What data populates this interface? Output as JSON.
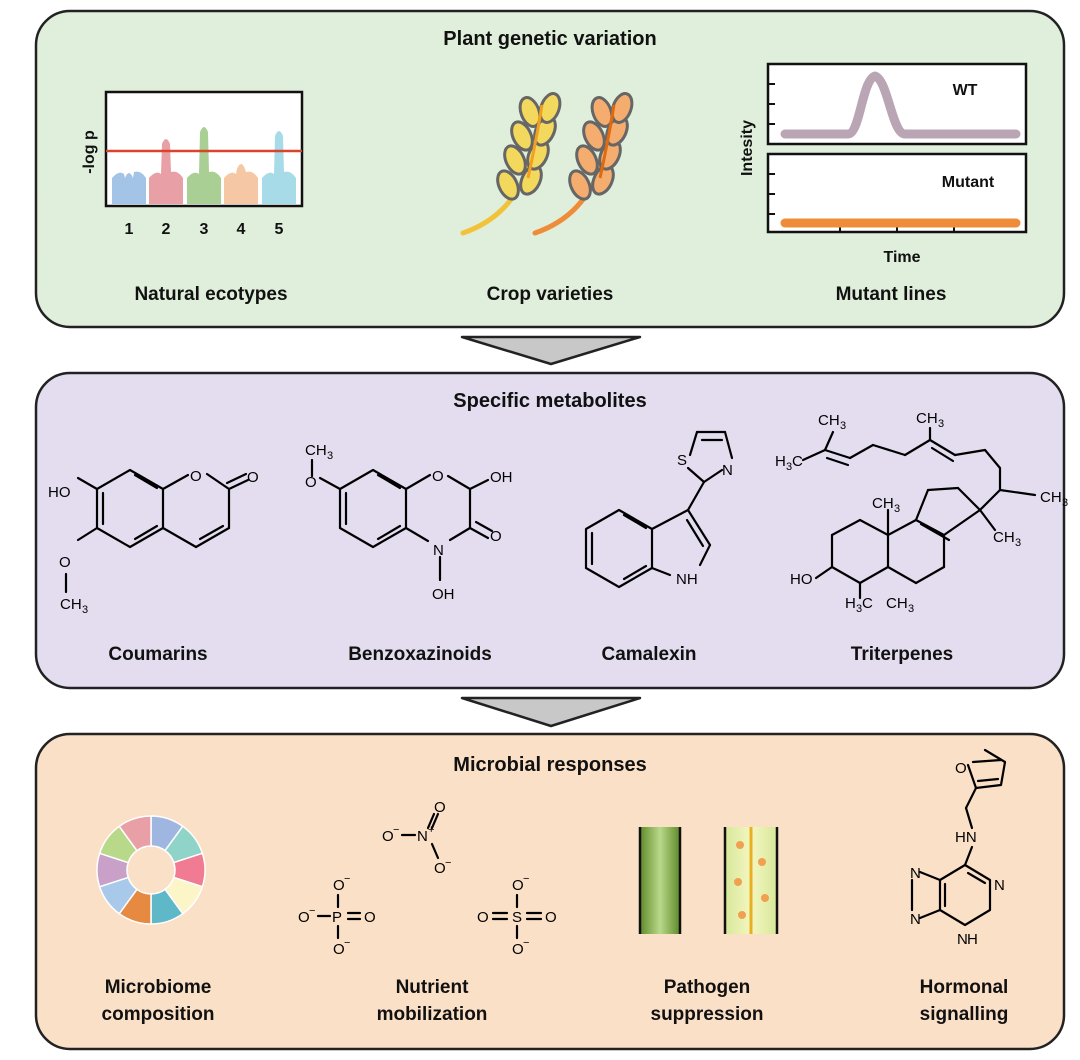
{
  "panels": {
    "genetic": {
      "title": "Plant genetic variation",
      "fill": "#e0efdb",
      "items": [
        {
          "label": "Natural ecotypes"
        },
        {
          "label": "Crop varieties"
        },
        {
          "label": "Mutant lines"
        }
      ],
      "manhattan": {
        "ylabel": "-log p",
        "chromosomes": [
          "1",
          "2",
          "3",
          "4",
          "5"
        ],
        "colors": [
          "#a3c4e6",
          "#e8a0a6",
          "#a9cf94",
          "#f6c7a5",
          "#a8dbe8"
        ],
        "threshold_color": "#d9452b"
      },
      "expression": {
        "ylabel": "Intesity",
        "xlabel": "Time",
        "wt_label": "WT",
        "mutant_label": "Mutant",
        "wt_color": "#b9a5b3",
        "mutant_color": "#ee8c3a"
      }
    },
    "metabolites": {
      "title": "Specific metabolites",
      "fill": "#e3ddef",
      "items": [
        {
          "label": "Coumarins"
        },
        {
          "label": "Benzoxazinoids"
        },
        {
          "label": "Camalexin"
        },
        {
          "label": "Triterpenes"
        }
      ]
    },
    "microbial": {
      "title": "Microbial responses",
      "fill": "#fbe0c8",
      "items": [
        {
          "label_line1": "Microbiome",
          "label_line2": "composition"
        },
        {
          "label_line1": "Nutrient",
          "label_line2": "mobilization"
        },
        {
          "label_line1": "Pathogen",
          "label_line2": "suppression"
        },
        {
          "label_line1": "Hormonal",
          "label_line2": "signalling"
        }
      ],
      "donut_colors": [
        "#9fb7e0",
        "#8fd3c9",
        "#f07b93",
        "#fbf5c8",
        "#5fb8c8",
        "#e58a40",
        "#a9c9ea",
        "#c8a0c8",
        "#b9d98a",
        "#e8a0a6"
      ]
    }
  }
}
